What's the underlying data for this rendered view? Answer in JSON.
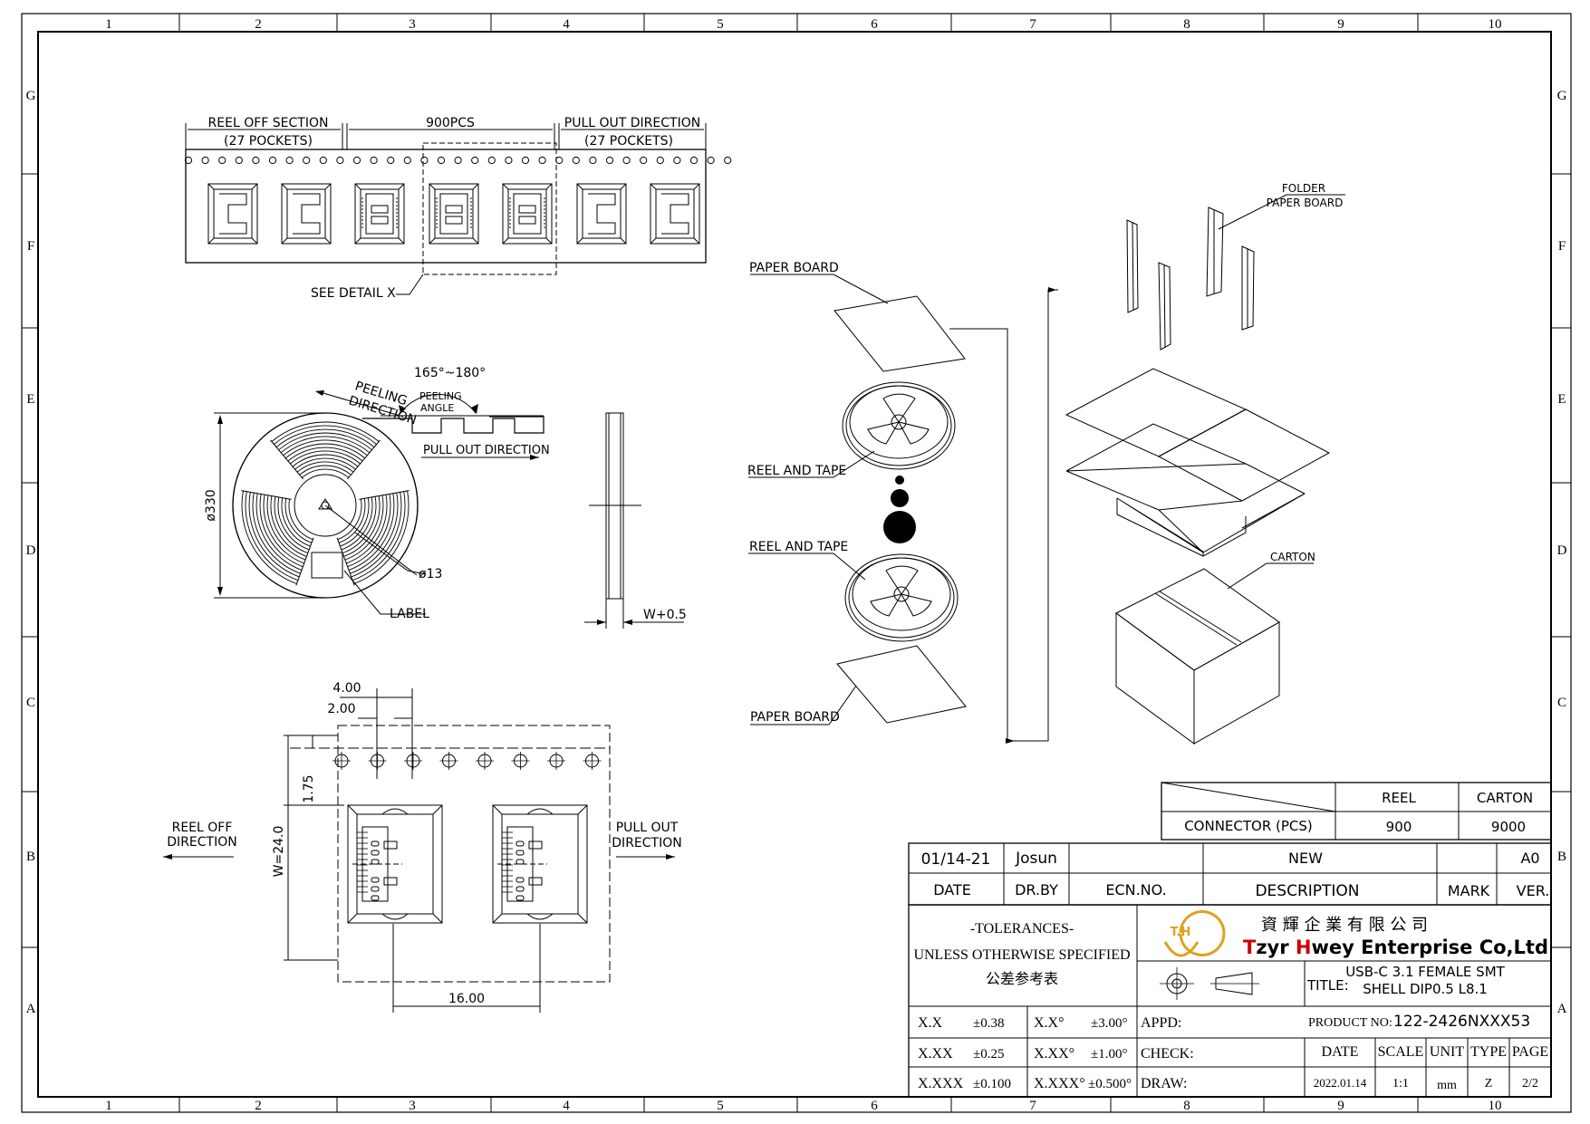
{
  "border": {
    "cols": [
      "1",
      "2",
      "3",
      "4",
      "5",
      "6",
      "7",
      "8",
      "9",
      "10"
    ],
    "rows": [
      "G",
      "F",
      "E",
      "D",
      "C",
      "B",
      "A"
    ]
  },
  "tape_top": {
    "reel_off_section": "REEL OFF SECTION",
    "reel_off_pockets": "(27 POCKETS)",
    "middle_count": "900PCS",
    "pull_out_direction": "PULL OUT DIRECTION",
    "pull_out_pockets": "(27 POCKETS)",
    "see_detail": "SEE DETAIL X"
  },
  "reel_view": {
    "peeling_direction_1": "PEELING",
    "peeling_direction_2": "DIRECTION",
    "angle": "165°~180°",
    "peeling_angle_1": "PEELING",
    "peeling_angle_2": "ANGLE",
    "pull_out_direction": "PULL OUT DIRECTION",
    "diameter": "ø330",
    "hub": "ø13",
    "label": "LABEL",
    "width": "W+0.5"
  },
  "detail_view": {
    "dim_400": "4.00",
    "dim_200": "2.00",
    "dim_175": "1.75",
    "dim_w": "W=24.0",
    "dim_1600": "16.00",
    "reel_off_1": "REEL OFF",
    "reel_off_2": "DIRECTION",
    "pull_out_1": "PULL OUT",
    "pull_out_2": "DIRECTION"
  },
  "packing": {
    "paper_board_top": "PAPER BOARD",
    "reel_and_tape_1": "REEL AND TAPE",
    "reel_and_tape_2": "REEL AND TAPE",
    "paper_board_bottom": "PAPER BOARD",
    "folder_1": "FOLDER",
    "folder_2": "PAPER BOARD",
    "carton": "CARTON"
  },
  "qty_table": {
    "reel_header": "REEL",
    "carton_header": "CARTON",
    "row_label": "CONNECTOR (PCS)",
    "reel_value": "900",
    "carton_value": "9000"
  },
  "revision": {
    "date": "01/14-21",
    "drawn_by": "Josun",
    "ecn": "",
    "description": "NEW",
    "mark": "",
    "version": "A0",
    "h_date": "DATE",
    "h_drby": "DR.BY",
    "h_ecn": "ECN.NO.",
    "h_desc": "DESCRIPTION",
    "h_mark": "MARK",
    "h_ver": "VER."
  },
  "tolerances": {
    "line1": "-TOLERANCES-",
    "line2": "UNLESS OTHERWISE SPECIFIED",
    "line3": "公差参考表",
    "rows": [
      {
        "a": "X.X",
        "b": "±0.38",
        "c": "X.X°",
        "d": "±3.00°"
      },
      {
        "a": "X.XX",
        "b": "±0.25",
        "c": "X.XX°",
        "d": "±1.00°"
      },
      {
        "a": "X.XXX",
        "b": "±0.100",
        "c": "X.XXX°",
        "d": "±0.500°"
      }
    ]
  },
  "company": {
    "logo": "T.H",
    "chinese": "資 輝 企 業 有 限 公 司",
    "name_t": "T",
    "name_zyr": "zyr ",
    "name_h": "H",
    "name_rest": "wey Enterprise Co,Ltd",
    "accent": "#cc0000",
    "logo_color": "#e0a020"
  },
  "title_block": {
    "title_label": "TITLE:",
    "title_line1": "USB-C 3.1 FEMALE SMT",
    "title_line2": "SHELL DIP0.5 L8.1",
    "appd": "APPD:",
    "check": "CHECK:",
    "draw": "DRAW:",
    "product_no_label": "PRODUCT NO:",
    "product_no": "122-2426NXXX53",
    "h_date": "DATE",
    "h_scale": "SCALE",
    "h_unit": "UNIT",
    "h_type": "TYPE",
    "h_page": "PAGE",
    "v_date": "2022.01.14",
    "v_scale": "1:1",
    "v_unit": "mm",
    "v_type": "Z",
    "v_page": "2/2"
  }
}
